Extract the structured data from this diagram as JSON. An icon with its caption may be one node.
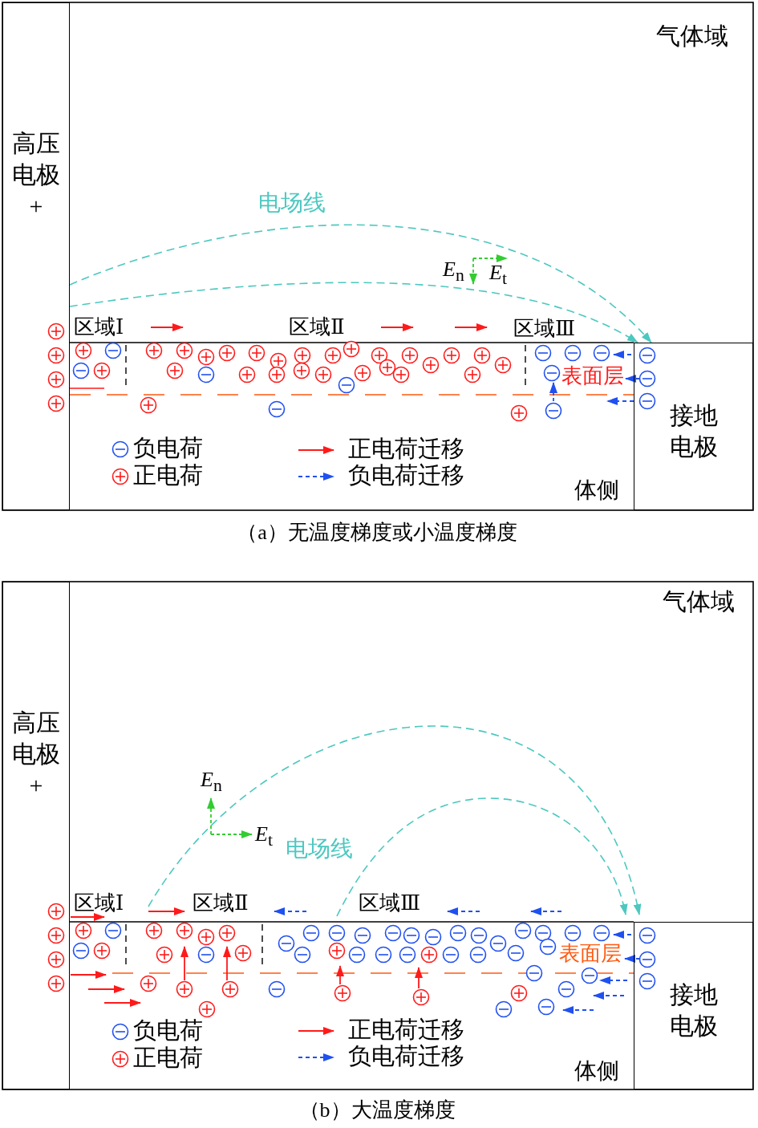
{
  "diagram": {
    "nodes": [
      {
        "text": [
          "高压电极",
          "+"
        ]
      },
      {
        "text": [
          "接地电极"
        ]
      },
      {
        "text": [
          "高压电极",
          "+"
        ]
      },
      {
        "text": [
          "接地电极"
        ]
      }
    ],
    "edges": [
      {
        "from": 0,
        "to": 1,
        "arrow": "to"
      },
      {
        "from": 0,
        "to": 1,
        "arrow": "to"
      }
    ],
    "labels": [
      "气体域",
      "电场线",
      "*E*$_{n}$",
      "*E*$_{t}$",
      "区域Ⅰ",
      "区域Ⅱ",
      "区域Ⅲ",
      "表面层",
      "体侧",
      "（a）无温度梯度或小温度梯度",
      "气体域",
      "*E*$_{n}$",
      "*E*$_{t}$",
      "电场线",
      "区域Ⅰ",
      "区域Ⅱ",
      "区域Ⅲ",
      "表面层",
      "体侧",
      "（b）大温度梯度"
    ],
    "legend": [
      {
        "text": "负电荷"
      },
      {
        "text": "正电荷"
      },
      {
        "text": "正电荷迁移"
      },
      {
        "text": "负电荷迁移"
      },
      {
        "text": "负电荷"
      },
      {
        "text": "正电荷"
      },
      {
        "text": "正电荷迁移"
      },
      {
        "text": "负电荷迁移"
      }
    ]
  }
}
